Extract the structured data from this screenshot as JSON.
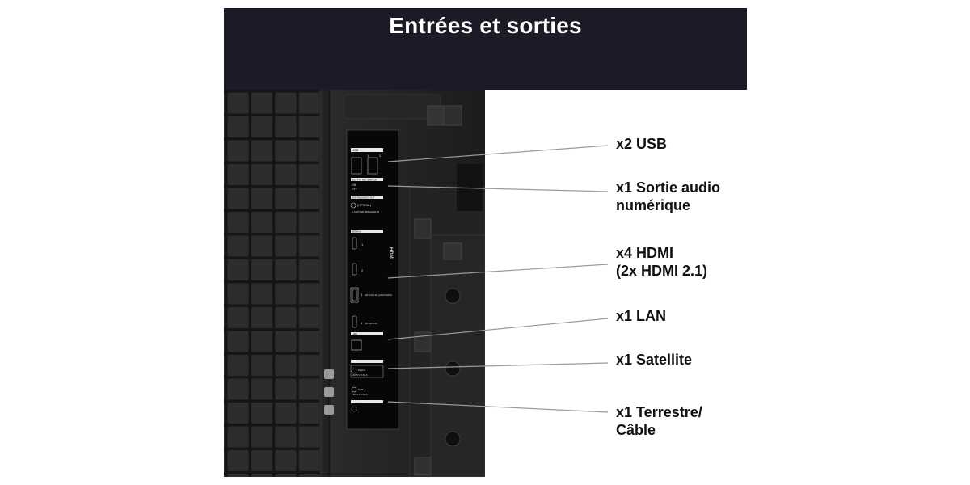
{
  "title": "Entrées et sorties",
  "callouts": {
    "usb": [
      "x2 USB"
    ],
    "audio": [
      "x1 Sortie audio",
      "numérique"
    ],
    "hdmi": [
      "x4 HDMI",
      "(2x HDMI 2.1)"
    ],
    "lan": [
      "x1 LAN"
    ],
    "satellite": [
      "x1 Satellite"
    ],
    "terrestrial": [
      "x1 Terrestre/",
      "Câble"
    ]
  },
  "panel": {
    "usb": "USB",
    "usb_1": "1",
    "usb_2": "2",
    "mic_switch": "BUILT-IN MIC SWITCH",
    "on": "ON",
    "off": "OFF",
    "digital_audio": "DIGITAL AUDIO OUT",
    "optical": "(OPTICAL)",
    "speaker_in": "S-CENTER SPEAKER IN",
    "hdmi_in": "HDMI IN",
    "hdmi_1": "1",
    "hdmi_2": "2",
    "hdmi_3": "3",
    "hdmi_3_note": "(4K 120 Hz) (eARC/ARC)",
    "hdmi_4": "4",
    "hdmi_4_note": "(4K 120 Hz)",
    "hdmi_logo": "HDMI",
    "lan": "LAN",
    "main": "MAIN",
    "main_spec": "13/18 V 0.45 A",
    "sub": "SUB",
    "sub_spec": "13/18 V 0.45 A"
  },
  "colors": {
    "header_bg": "#1b1a27",
    "title_text": "#ffffff",
    "label_text": "#111111",
    "leader_line": "#9a9a9a"
  }
}
